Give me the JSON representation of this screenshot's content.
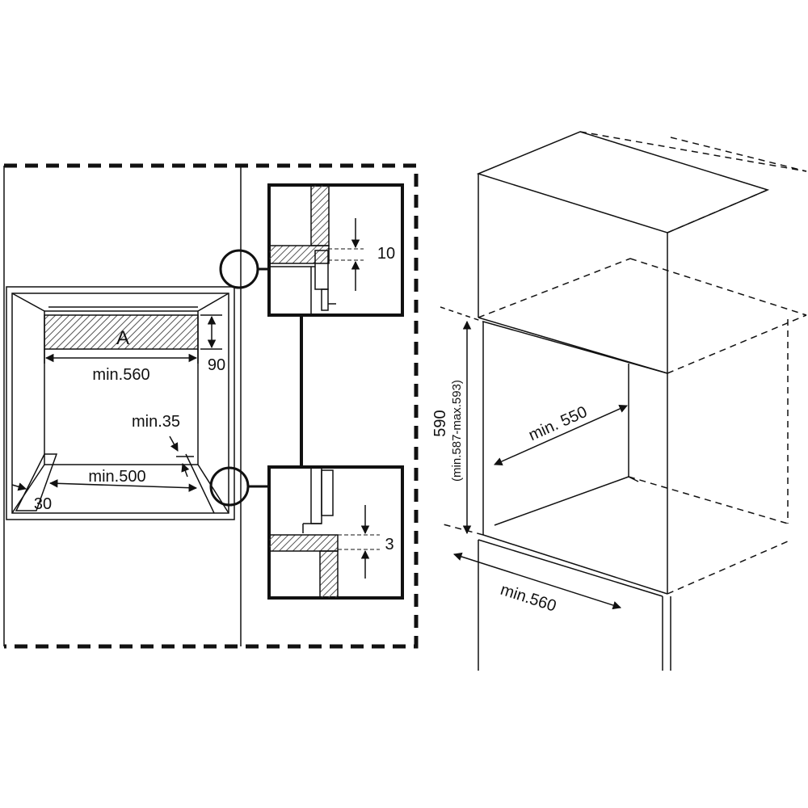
{
  "colors": {
    "line": "#111111",
    "hatch": "#555555",
    "background": "#ffffff"
  },
  "left_view": {
    "zone_label": "A",
    "width_min_label": "min.560",
    "height_label": "90",
    "gap_min_label": "min.35",
    "bottom_width_label": "min.500",
    "bottom_offset_label": "30"
  },
  "detail_top": {
    "gap_label": "10"
  },
  "detail_bottom": {
    "gap_label": "3"
  },
  "right_view": {
    "depth_label": "min. 550",
    "height_label": "590",
    "height_range_label": "(min.587-max.593)",
    "width_label": "min.560"
  }
}
